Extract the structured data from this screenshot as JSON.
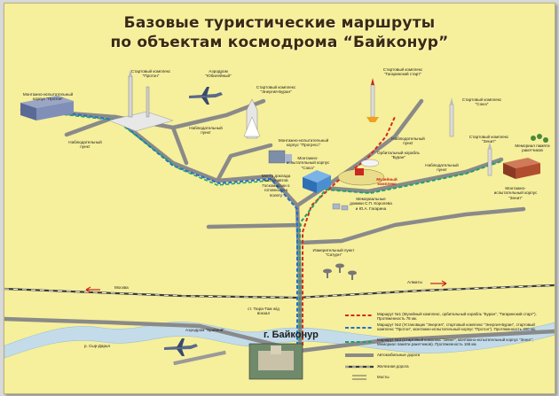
{
  "title": {
    "line1": "Базовые туристические маршруты",
    "line2": "по объектам космодрома “Байконур”"
  },
  "labels": {
    "proton_corpus": "Монтажно-испытательный корпус \"Протон\"",
    "proton_launch": "Стартовый комплекс \"Протон\"",
    "ub_airfield": "Аэродром \"Юбилейный\"",
    "energia_buran": "Стартовый комплекс \"Энергия-Буран\"",
    "gagarin_start": "Стартовый комплекс \"Гагаринский старт\"",
    "soyuz_launch": "Стартовый комплекс \"Союз\"",
    "zenit_launch": "Стартовый комплекс \"Зенит\"",
    "memorial_trees": "Мемориал памяти ракетчиков",
    "obs_point_1": "Наблюдательный пункт",
    "obs_point_2": "Наблюдательный пункт",
    "obs_point_3": "Наблюдательный пункт",
    "obs_point_4": "Наблюдательный пункт",
    "progress": "Монтажно-испытательный корпус \"Прогресс\"",
    "soyuz_corpus": "Монтажно-испытательный корпус \"Союз\"",
    "zenit_corpus": "Монтажно-испытательный корпус \"Зенит\"",
    "buran_ship": "Орбитальный корабль \"Буран\"",
    "museum": "Музейный комплекс",
    "houses": "Мемориальные домики С.П. Королева и Ю.А. Гагарина",
    "cosmonauts": "Место доклада космонавтов Госкомиссии о готовности к полету",
    "saturn": "Измерительный пункт \"Сатурн\"",
    "tyura_tam": "ст. Тюра-Там ж/д вокзал",
    "krainiy": "Аэродром \"Крайний\"",
    "city": "г. Байконур",
    "moscow": "Москва",
    "almaty": "Алматы",
    "syr_darya": "р. Сыр-Дарья"
  },
  "legend": {
    "route1": "Маршрут №1 (Музейный комплекс, орбитальный корабль \"Буран\", \"Гагаринский старт\"). Протяженность 78 км.",
    "route2": "Маршрут №2 (Установщик \"Энергия\", стартовый комплекс \"Энергия-Буран\", стартовый комплекс \"Протон\", монтажно-испытательный корпус \"Протон\"). Протяженность 200 км.",
    "route3": "Маршрут №3 (Стартовый комплекс \"Зенит\", монтажно-испытательный корпус \"Зенит\", Мемориал памяти ракетчиков). Протяженность 165 км.",
    "roads": "Автомобильные дороги",
    "railway": "Железная дорога",
    "bridges": "Мосты"
  },
  "colors": {
    "background": "#f6ef9c",
    "road": "#8a8a8a",
    "route1": "#d42a1e",
    "route2": "#1f6fd1",
    "route3": "#1ea36a",
    "river": "#c4dcea",
    "railway": "#3a3a3a"
  }
}
